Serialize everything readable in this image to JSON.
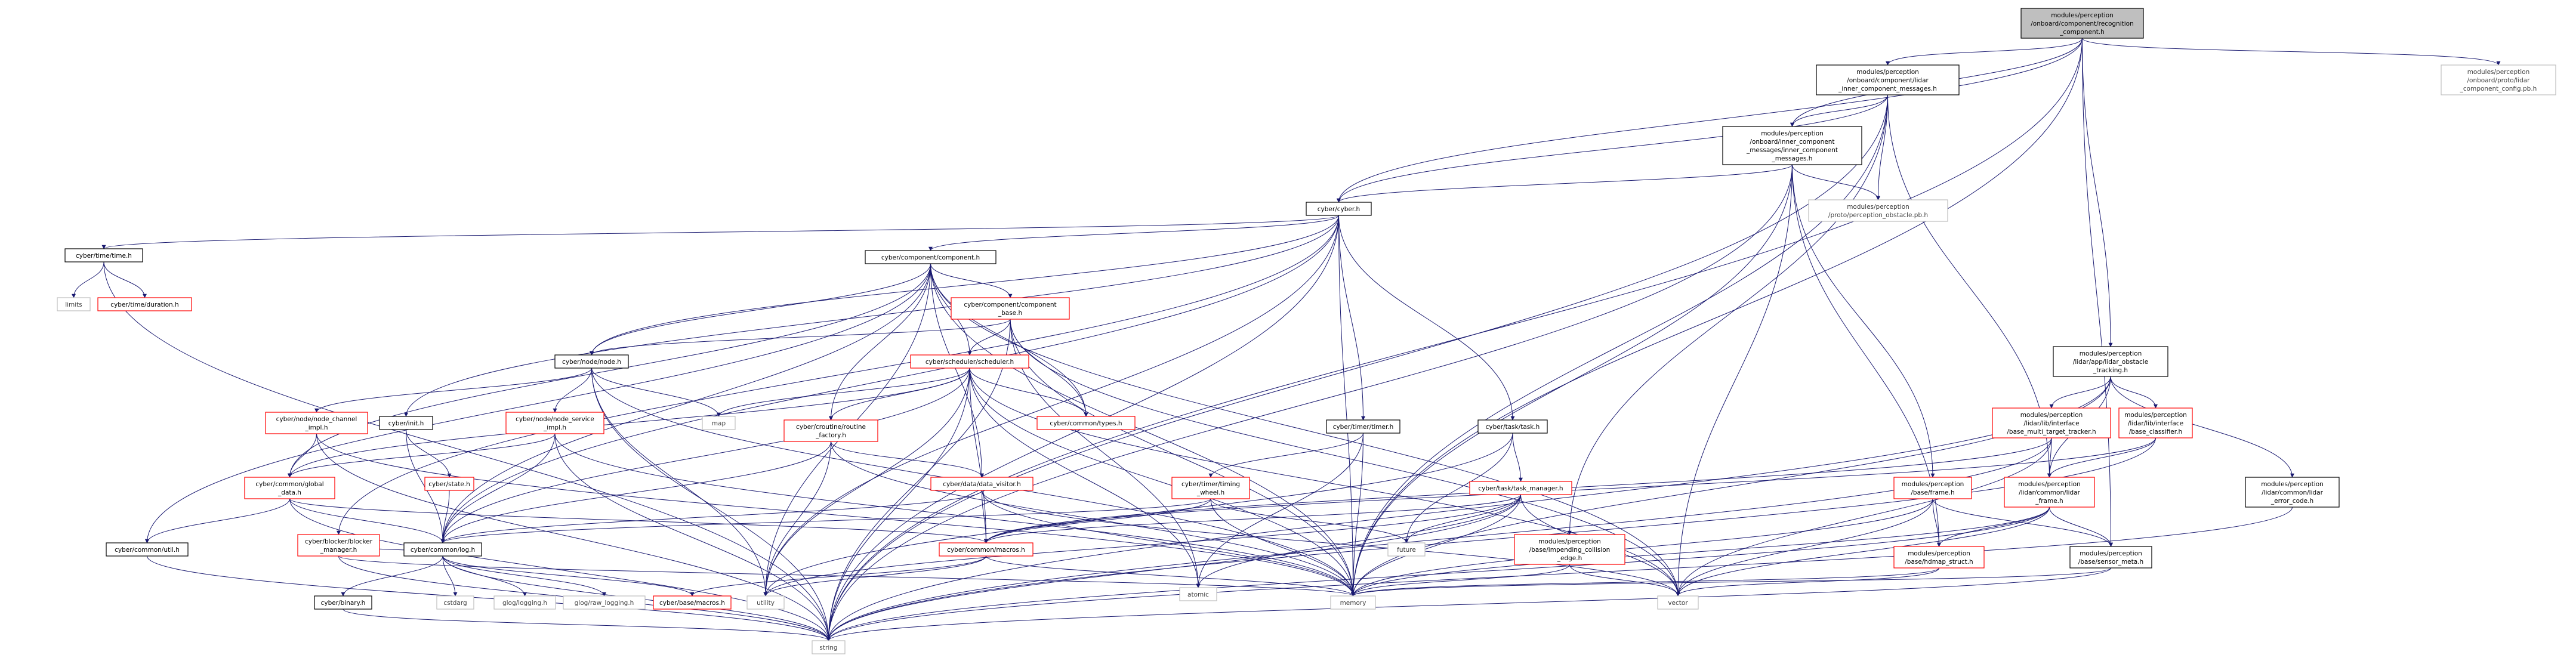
{
  "colors": {
    "edge": "#191970",
    "root_fill": "#bfbfbf",
    "border_black": "#000000",
    "border_red": "#ff0000",
    "border_light": "#bfbfbf"
  },
  "nodes": [
    {
      "id": "root",
      "lines": [
        "modules/perception",
        "/onboard/component/recognition",
        "_component.h"
      ],
      "style": "gray"
    },
    {
      "id": "lidar_inner_msgs",
      "lines": [
        "modules/perception",
        "/onboard/component/lidar",
        "_inner_component_messages.h"
      ],
      "style": "black"
    },
    {
      "id": "lidar_component_config",
      "lines": [
        "modules/perception",
        "/onboard/proto/lidar",
        "_component_config.pb.h"
      ],
      "style": "light"
    },
    {
      "id": "inner_component_msgs",
      "lines": [
        "modules/perception",
        "/onboard/inner_component",
        "_messages/inner_component",
        "_messages.h"
      ],
      "style": "black"
    },
    {
      "id": "perception_obstacle_pb",
      "lines": [
        "modules/perception",
        "/proto/perception_obstacle.pb.h"
      ],
      "style": "light"
    },
    {
      "id": "cyber_h",
      "lines": [
        "cyber/cyber.h"
      ],
      "style": "black"
    },
    {
      "id": "time_h",
      "lines": [
        "cyber/time/time.h"
      ],
      "style": "black"
    },
    {
      "id": "limits",
      "lines": [
        "limits"
      ],
      "style": "light"
    },
    {
      "id": "duration_h",
      "lines": [
        "cyber/time/duration.h"
      ],
      "style": "red"
    },
    {
      "id": "component_h",
      "lines": [
        "cyber/component/component.h"
      ],
      "style": "black"
    },
    {
      "id": "component_base_h",
      "lines": [
        "cyber/component/component",
        "_base.h"
      ],
      "style": "red"
    },
    {
      "id": "node_h",
      "lines": [
        "cyber/node/node.h"
      ],
      "style": "black"
    },
    {
      "id": "scheduler_h",
      "lines": [
        "cyber/scheduler/scheduler.h"
      ],
      "style": "red"
    },
    {
      "id": "map",
      "lines": [
        "map"
      ],
      "style": "light"
    },
    {
      "id": "types_h",
      "lines": [
        "cyber/common/types.h"
      ],
      "style": "red"
    },
    {
      "id": "timer_h",
      "lines": [
        "cyber/timer/timer.h"
      ],
      "style": "black"
    },
    {
      "id": "task_h",
      "lines": [
        "cyber/task/task.h"
      ],
      "style": "black"
    },
    {
      "id": "lidar_obstacle_tracking",
      "lines": [
        "modules/perception",
        "/lidar/app/lidar_obstacle",
        "_tracking.h"
      ],
      "style": "black"
    },
    {
      "id": "base_multi_target_tracker",
      "lines": [
        "modules/perception",
        "/lidar/lib/interface",
        "/base_multi_target_tracker.h"
      ],
      "style": "red"
    },
    {
      "id": "base_classifier",
      "lines": [
        "modules/perception",
        "/lidar/lib/interface",
        "/base_classifier.h"
      ],
      "style": "red"
    },
    {
      "id": "lidar_error_code",
      "lines": [
        "modules/perception",
        "/lidar/common/lidar",
        "_error_code.h"
      ],
      "style": "black"
    },
    {
      "id": "node_channel_impl",
      "lines": [
        "cyber/node/node_channel",
        "_impl.h"
      ],
      "style": "red"
    },
    {
      "id": "init_h",
      "lines": [
        "cyber/init.h"
      ],
      "style": "black"
    },
    {
      "id": "node_service_impl",
      "lines": [
        "cyber/node/node_service",
        "_impl.h"
      ],
      "style": "red"
    },
    {
      "id": "routine_factory",
      "lines": [
        "cyber/croutine/routine",
        "_factory.h"
      ],
      "style": "red"
    },
    {
      "id": "timing_wheel",
      "lines": [
        "cyber/timer/timing",
        "_wheel.h"
      ],
      "style": "red"
    },
    {
      "id": "task_manager",
      "lines": [
        "cyber/task/task_manager.h"
      ],
      "style": "red"
    },
    {
      "id": "lidar_frame",
      "lines": [
        "modules/perception",
        "/lidar/common/lidar",
        "_frame.h"
      ],
      "style": "red"
    },
    {
      "id": "base_frame",
      "lines": [
        "modules/perception",
        "/base/frame.h"
      ],
      "style": "red"
    },
    {
      "id": "global_data",
      "lines": [
        "cyber/common/global",
        "_data.h"
      ],
      "style": "red"
    },
    {
      "id": "state_h",
      "lines": [
        "cyber/state.h"
      ],
      "style": "red"
    },
    {
      "id": "data_visitor",
      "lines": [
        "cyber/data/data_visitor.h"
      ],
      "style": "red"
    },
    {
      "id": "impending_collision",
      "lines": [
        "modules/perception",
        "/base/impending_collision",
        "_edge.h"
      ],
      "style": "red"
    },
    {
      "id": "hdmap_struct",
      "lines": [
        "modules/perception",
        "/base/hdmap_struct.h"
      ],
      "style": "red"
    },
    {
      "id": "sensor_meta",
      "lines": [
        "modules/perception",
        "/base/sensor_meta.h"
      ],
      "style": "black"
    },
    {
      "id": "util_h",
      "lines": [
        "cyber/common/util.h"
      ],
      "style": "black"
    },
    {
      "id": "blocker_manager",
      "lines": [
        "cyber/blocker/blocker",
        "_manager.h"
      ],
      "style": "red"
    },
    {
      "id": "log_h",
      "lines": [
        "cyber/common/log.h"
      ],
      "style": "black"
    },
    {
      "id": "macros_h",
      "lines": [
        "cyber/common/macros.h"
      ],
      "style": "red"
    },
    {
      "id": "atomic",
      "lines": [
        "atomic"
      ],
      "style": "light"
    },
    {
      "id": "future",
      "lines": [
        "future"
      ],
      "style": "light"
    },
    {
      "id": "binary_h",
      "lines": [
        "cyber/binary.h"
      ],
      "style": "black"
    },
    {
      "id": "cstdarg",
      "lines": [
        "cstdarg"
      ],
      "style": "light"
    },
    {
      "id": "glog_logging",
      "lines": [
        "glog/logging.h"
      ],
      "style": "light"
    },
    {
      "id": "glog_raw_logging",
      "lines": [
        "glog/raw_logging.h"
      ],
      "style": "light"
    },
    {
      "id": "base_macros",
      "lines": [
        "cyber/base/macros.h"
      ],
      "style": "red"
    },
    {
      "id": "utility",
      "lines": [
        "utility"
      ],
      "style": "light"
    },
    {
      "id": "memory",
      "lines": [
        "memory"
      ],
      "style": "light"
    },
    {
      "id": "vector",
      "lines": [
        "vector"
      ],
      "style": "light"
    },
    {
      "id": "string",
      "lines": [
        "string"
      ],
      "style": "light"
    }
  ],
  "edges": [
    [
      "root",
      "lidar_inner_msgs"
    ],
    [
      "root",
      "lidar_component_config"
    ],
    [
      "root",
      "inner_component_msgs"
    ],
    [
      "root",
      "cyber_h"
    ],
    [
      "root",
      "lidar_obstacle_tracking"
    ],
    [
      "root",
      "memory"
    ],
    [
      "root",
      "string"
    ],
    [
      "root",
      "sensor_meta"
    ],
    [
      "lidar_inner_msgs",
      "inner_component_msgs"
    ],
    [
      "lidar_inner_msgs",
      "cyber_h"
    ],
    [
      "lidar_inner_msgs",
      "perception_obstacle_pb"
    ],
    [
      "lidar_inner_msgs",
      "lidar_frame"
    ],
    [
      "lidar_inner_msgs",
      "impending_collision"
    ],
    [
      "lidar_inner_msgs",
      "memory"
    ],
    [
      "lidar_inner_msgs",
      "string"
    ],
    [
      "inner_component_msgs",
      "cyber_h"
    ],
    [
      "inner_component_msgs",
      "perception_obstacle_pb"
    ],
    [
      "inner_component_msgs",
      "base_frame"
    ],
    [
      "inner_component_msgs",
      "hdmap_struct"
    ],
    [
      "inner_component_msgs",
      "memory"
    ],
    [
      "inner_component_msgs",
      "vector"
    ],
    [
      "inner_component_msgs",
      "string"
    ],
    [
      "cyber_h",
      "time_h"
    ],
    [
      "cyber_h",
      "component_h"
    ],
    [
      "cyber_h",
      "node_h"
    ],
    [
      "cyber_h",
      "init_h"
    ],
    [
      "cyber_h",
      "timer_h"
    ],
    [
      "cyber_h",
      "task_h"
    ],
    [
      "cyber_h",
      "log_h"
    ],
    [
      "cyber_h",
      "blocker_manager"
    ],
    [
      "cyber_h",
      "memory"
    ],
    [
      "cyber_h",
      "string"
    ],
    [
      "cyber_h",
      "utility"
    ],
    [
      "time_h",
      "limits"
    ],
    [
      "time_h",
      "duration_h"
    ],
    [
      "time_h",
      "string"
    ],
    [
      "component_h",
      "component_base_h"
    ],
    [
      "component_h",
      "scheduler_h"
    ],
    [
      "component_h",
      "node_h"
    ],
    [
      "component_h",
      "routine_factory"
    ],
    [
      "component_h",
      "types_h"
    ],
    [
      "component_h",
      "data_visitor"
    ],
    [
      "component_h",
      "global_data"
    ],
    [
      "component_h",
      "util_h"
    ],
    [
      "component_h",
      "log_h"
    ],
    [
      "component_h",
      "memory"
    ],
    [
      "component_h",
      "vector"
    ],
    [
      "component_h",
      "utility"
    ],
    [
      "component_base_h",
      "node_h"
    ],
    [
      "component_base_h",
      "scheduler_h"
    ],
    [
      "component_base_h",
      "types_h"
    ],
    [
      "component_base_h",
      "atomic"
    ],
    [
      "component_base_h",
      "memory"
    ],
    [
      "component_base_h",
      "vector"
    ],
    [
      "component_base_h",
      "string"
    ],
    [
      "node_h",
      "node_channel_impl"
    ],
    [
      "node_h",
      "node_service_impl"
    ],
    [
      "node_h",
      "map"
    ],
    [
      "node_h",
      "memory"
    ],
    [
      "node_h",
      "string"
    ],
    [
      "node_h",
      "utility"
    ],
    [
      "scheduler_h",
      "routine_factory"
    ],
    [
      "scheduler_h",
      "types_h"
    ],
    [
      "scheduler_h",
      "map"
    ],
    [
      "scheduler_h",
      "macros_h"
    ],
    [
      "scheduler_h",
      "log_h"
    ],
    [
      "scheduler_h",
      "global_data"
    ],
    [
      "scheduler_h",
      "atomic"
    ],
    [
      "scheduler_h",
      "memory"
    ],
    [
      "scheduler_h",
      "vector"
    ],
    [
      "scheduler_h",
      "string"
    ],
    [
      "scheduler_h",
      "utility"
    ],
    [
      "node_channel_impl",
      "global_data"
    ],
    [
      "node_channel_impl",
      "memory"
    ],
    [
      "node_channel_impl",
      "string"
    ],
    [
      "node_service_impl",
      "global_data"
    ],
    [
      "node_service_impl",
      "log_h"
    ],
    [
      "node_service_impl",
      "memory"
    ],
    [
      "node_service_impl",
      "string"
    ],
    [
      "init_h",
      "state_h"
    ],
    [
      "init_h",
      "log_h"
    ],
    [
      "routine_factory",
      "data_visitor"
    ],
    [
      "routine_factory",
      "log_h"
    ],
    [
      "routine_factory",
      "memory"
    ],
    [
      "routine_factory",
      "utility"
    ],
    [
      "timer_h",
      "timing_wheel"
    ],
    [
      "timer_h",
      "atomic"
    ],
    [
      "timer_h",
      "memory"
    ],
    [
      "timing_wheel",
      "macros_h"
    ],
    [
      "timing_wheel",
      "log_h"
    ],
    [
      "timing_wheel",
      "future"
    ],
    [
      "timing_wheel",
      "memory"
    ],
    [
      "task_h",
      "task_manager"
    ],
    [
      "task_h",
      "future"
    ],
    [
      "task_h",
      "utility"
    ],
    [
      "task_manager",
      "macros_h"
    ],
    [
      "task_manager",
      "atomic"
    ],
    [
      "task_manager",
      "future"
    ],
    [
      "task_manager",
      "memory"
    ],
    [
      "task_manager",
      "vector"
    ],
    [
      "task_manager",
      "string"
    ],
    [
      "task_manager",
      "utility"
    ],
    [
      "data_visitor",
      "log_h"
    ],
    [
      "data_visitor",
      "macros_h"
    ],
    [
      "data_visitor",
      "memory"
    ],
    [
      "data_visitor",
      "vector"
    ],
    [
      "global_data",
      "util_h"
    ],
    [
      "global_data",
      "log_h"
    ],
    [
      "global_data",
      "macros_h"
    ],
    [
      "global_data",
      "string"
    ],
    [
      "state_h",
      "log_h"
    ],
    [
      "blocker_manager",
      "log_h"
    ],
    [
      "blocker_manager",
      "memory"
    ],
    [
      "blocker_manager",
      "string"
    ],
    [
      "log_h",
      "binary_h"
    ],
    [
      "log_h",
      "cstdarg"
    ],
    [
      "log_h",
      "glog_logging"
    ],
    [
      "log_h",
      "glog_raw_logging"
    ],
    [
      "log_h",
      "base_macros"
    ],
    [
      "log_h",
      "string"
    ],
    [
      "macros_h",
      "base_macros"
    ],
    [
      "macros_h",
      "utility"
    ],
    [
      "macros_h",
      "memory"
    ],
    [
      "util_h",
      "string"
    ],
    [
      "binary_h",
      "string"
    ],
    [
      "lidar_obstacle_tracking",
      "base_multi_target_tracker"
    ],
    [
      "lidar_obstacle_tracking",
      "base_classifier"
    ],
    [
      "lidar_obstacle_tracking",
      "lidar_error_code"
    ],
    [
      "lidar_obstacle_tracking",
      "lidar_frame"
    ],
    [
      "lidar_obstacle_tracking",
      "string"
    ],
    [
      "lidar_obstacle_tracking",
      "memory"
    ],
    [
      "base_multi_target_tracker",
      "lidar_frame"
    ],
    [
      "base_multi_target_tracker",
      "macros_h"
    ],
    [
      "base_multi_target_tracker",
      "vector"
    ],
    [
      "base_multi_target_tracker",
      "string"
    ],
    [
      "base_classifier",
      "lidar_frame"
    ],
    [
      "base_classifier",
      "macros_h"
    ],
    [
      "base_classifier",
      "string"
    ],
    [
      "lidar_error_code",
      "string"
    ],
    [
      "lidar_frame",
      "hdmap_struct"
    ],
    [
      "lidar_frame",
      "sensor_meta"
    ],
    [
      "lidar_frame",
      "memory"
    ],
    [
      "lidar_frame",
      "vector"
    ],
    [
      "lidar_frame",
      "string"
    ],
    [
      "base_frame",
      "hdmap_struct"
    ],
    [
      "base_frame",
      "sensor_meta"
    ],
    [
      "base_frame",
      "memory"
    ],
    [
      "base_frame",
      "vector"
    ],
    [
      "impending_collision",
      "memory"
    ],
    [
      "impending_collision",
      "vector"
    ],
    [
      "hdmap_struct",
      "memory"
    ],
    [
      "hdmap_struct",
      "vector"
    ],
    [
      "sensor_meta",
      "memory"
    ],
    [
      "sensor_meta",
      "string"
    ]
  ]
}
